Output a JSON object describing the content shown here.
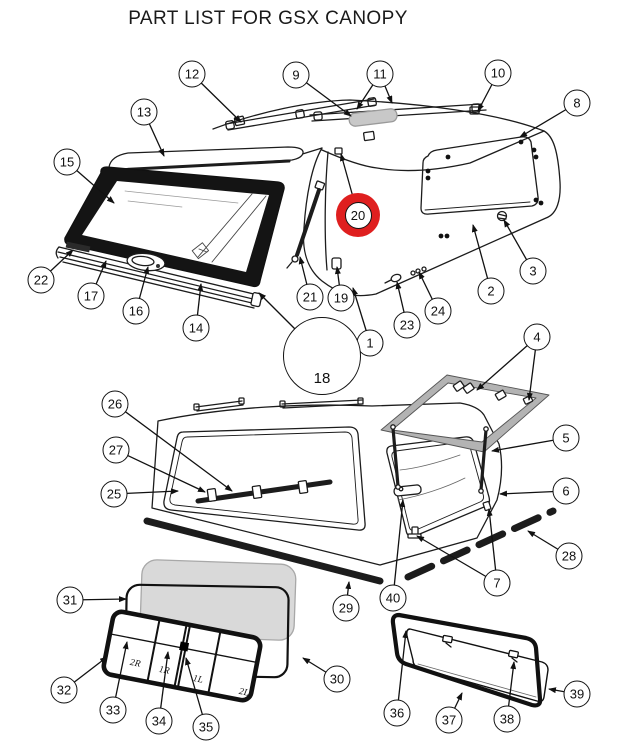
{
  "title": "PART LIST FOR GSX CANOPY",
  "callouts": [
    "1",
    "2",
    "3",
    "4",
    "5",
    "6",
    "7",
    "8",
    "9",
    "10",
    "11",
    "12",
    "13",
    "14",
    "15",
    "16",
    "17",
    "18",
    "19",
    "20",
    "21",
    "22",
    "23",
    "24",
    "25",
    "26",
    "27",
    "28",
    "29",
    "30",
    "31",
    "32",
    "33",
    "34",
    "35",
    "36",
    "37",
    "38",
    "39",
    "40"
  ],
  "highlighted_callout": "20",
  "detail_callout": "18",
  "window_panel_labels": [
    "2R",
    "1R",
    "1L",
    "2L"
  ],
  "colors": {
    "highlight_red": "#df1f1f",
    "line_black": "#1a1a1a",
    "glass_gray": "#d9d9d9",
    "vent_gray": "#c8c8c8",
    "frame_gray": "#b3b3b3"
  }
}
